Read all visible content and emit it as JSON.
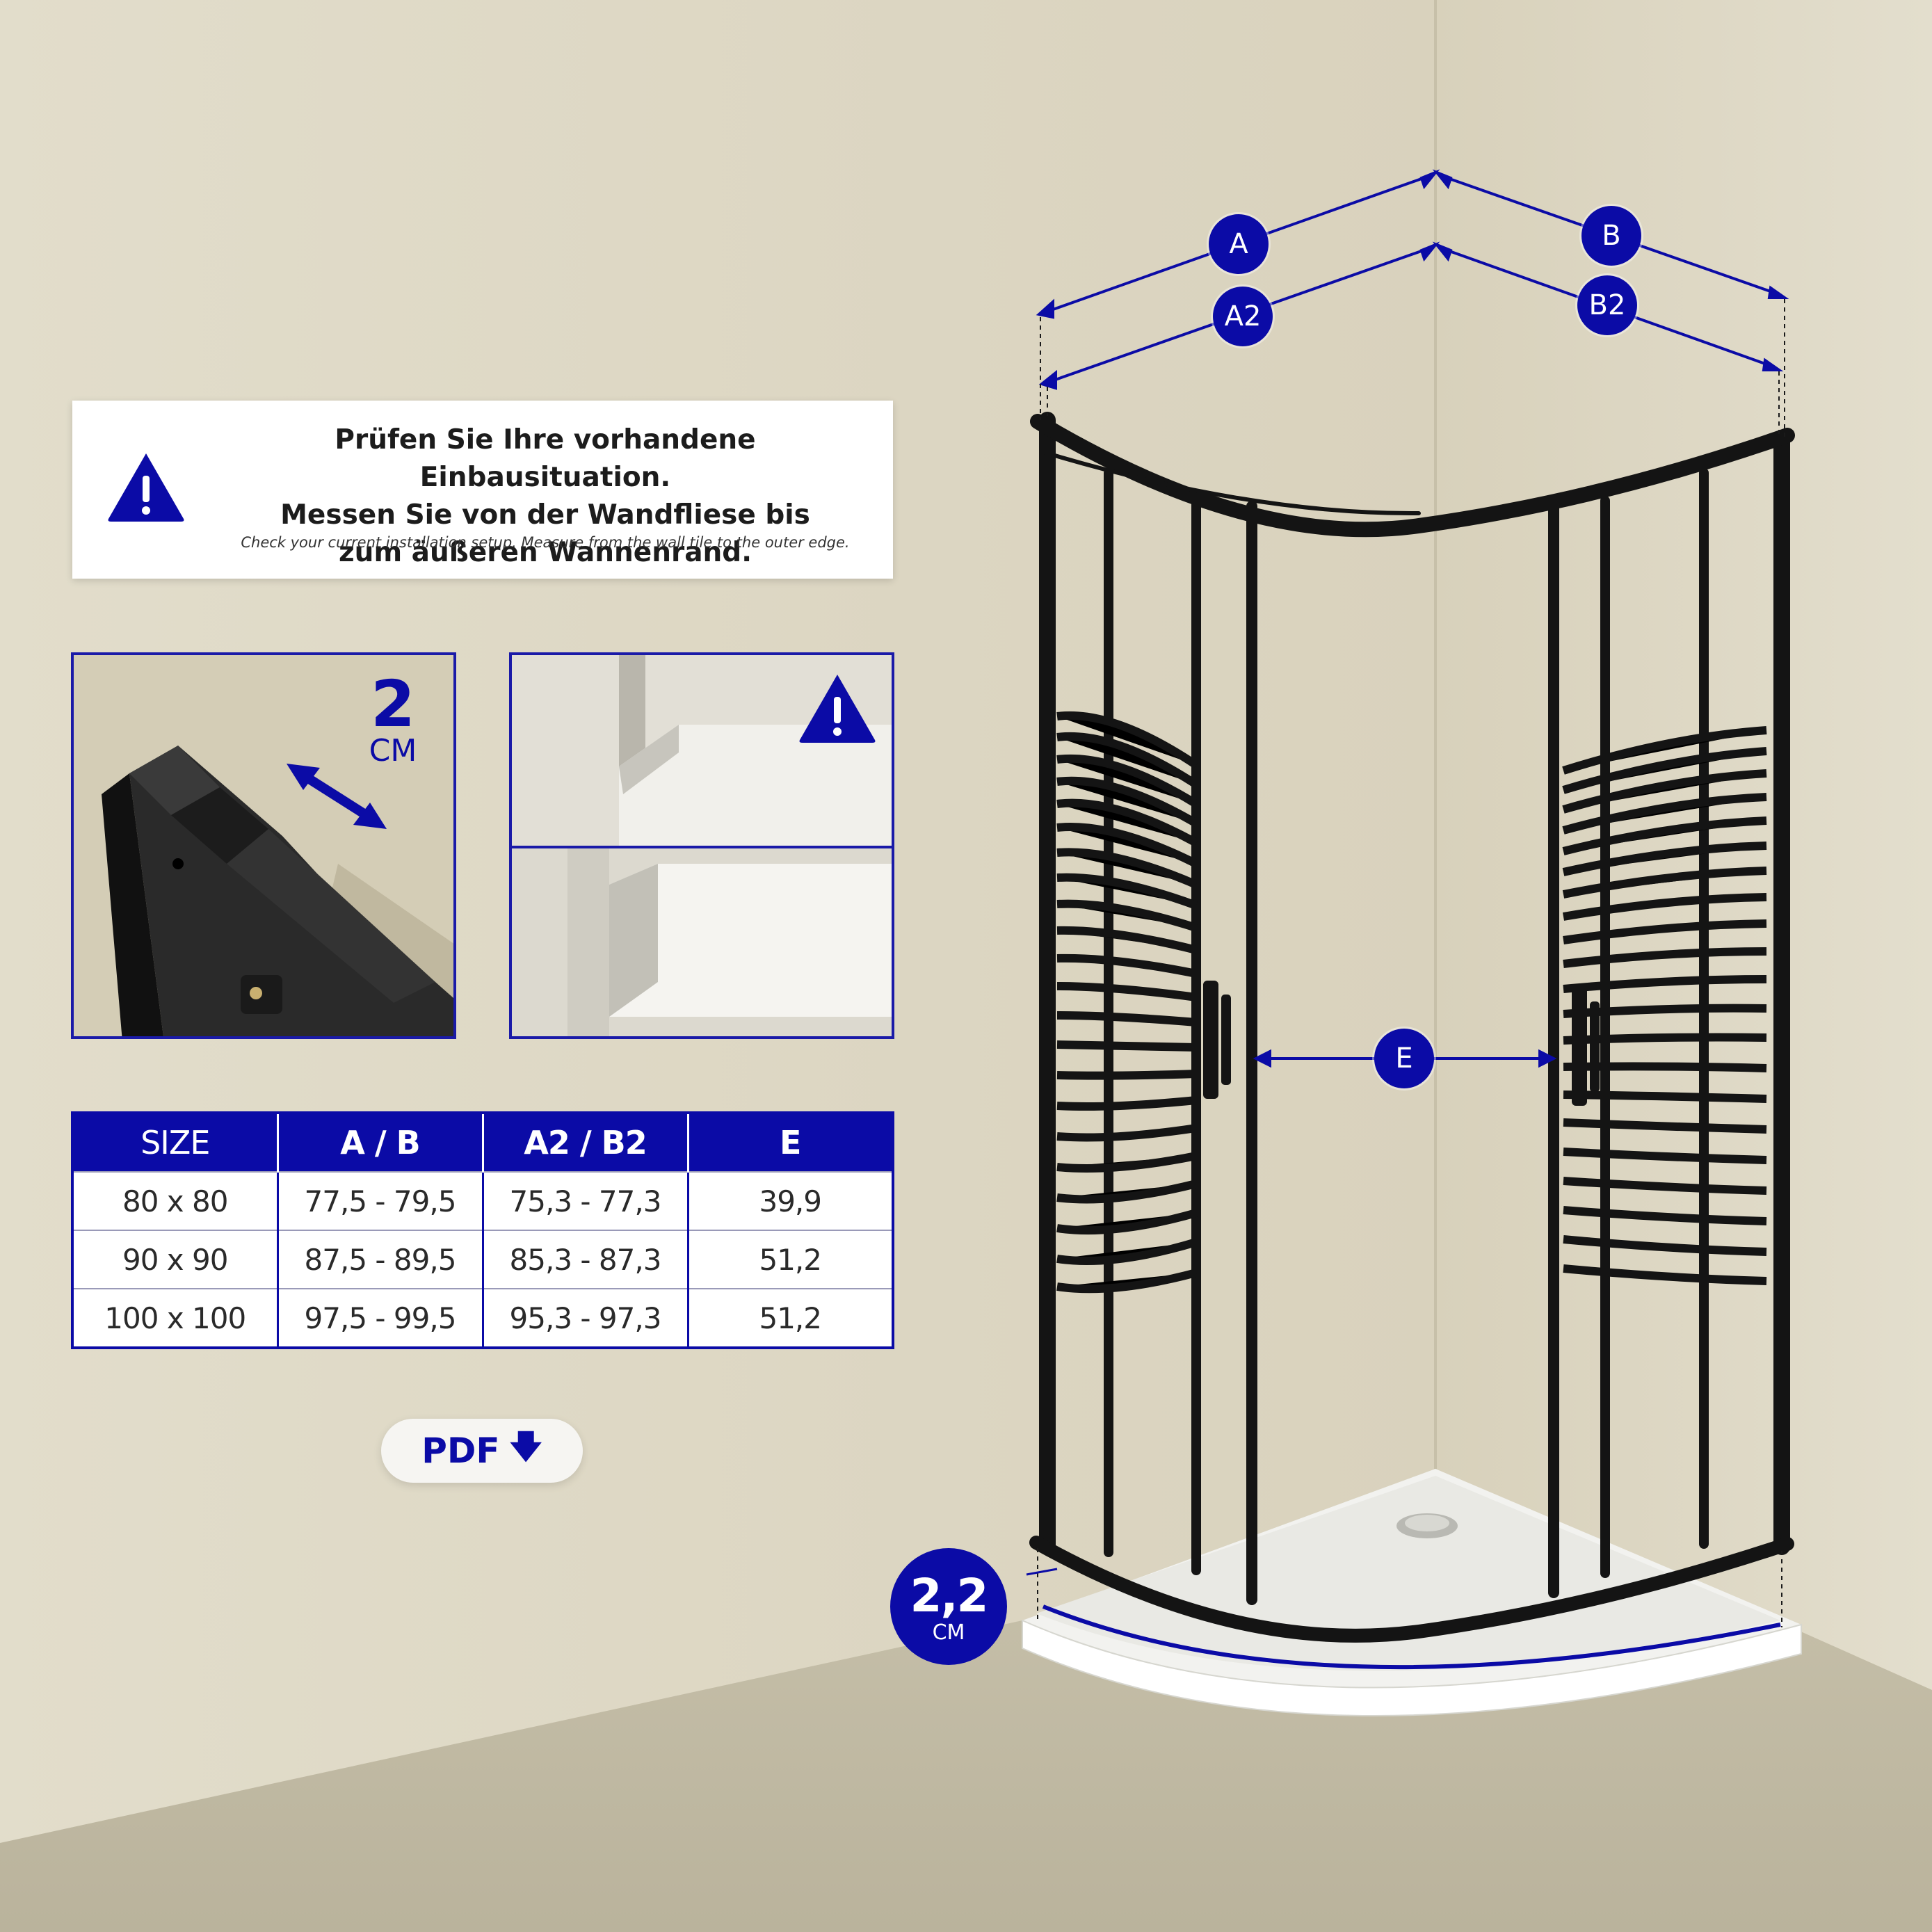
{
  "notice": {
    "icon": "warning-triangle-icon",
    "line1": "Prüfen Sie Ihre vorhandene Einbausituation.",
    "line2": "Messen Sie von der Wandfliese bis",
    "line3": "zum äußeren Wannenrand.",
    "subtitle": "Check your current installation setup. Measure from the wall tile to the outer edge."
  },
  "profile_photo": {
    "value": "2",
    "unit": "CM"
  },
  "tile_photo": {
    "icon": "warning-triangle-icon"
  },
  "size_table": {
    "headers": [
      "SIZE",
      "A / B",
      "A2 / B2",
      "E"
    ],
    "rows": [
      [
        "80 x 80",
        "77,5 - 79,5",
        "75,3 - 77,3",
        "39,9"
      ],
      [
        "90 x 90",
        "87,5 - 89,5",
        "85,3 - 87,3",
        "51,2"
      ],
      [
        "100 x 100",
        "97,5 - 99,5",
        "95,3 - 97,3",
        "51,2"
      ]
    ]
  },
  "pdf_button": {
    "label": "PDF",
    "icon": "download-arrow-icon"
  },
  "dimensions": {
    "a": "A",
    "b": "B",
    "a2": "A2",
    "b2": "B2",
    "e": "E"
  },
  "tray": {
    "value": "2,2",
    "unit": "CM"
  },
  "colors": {
    "accent": "#0b0ba6",
    "wall": "#ddd7c4",
    "frame": "#141414",
    "tray": "#ffffff"
  }
}
